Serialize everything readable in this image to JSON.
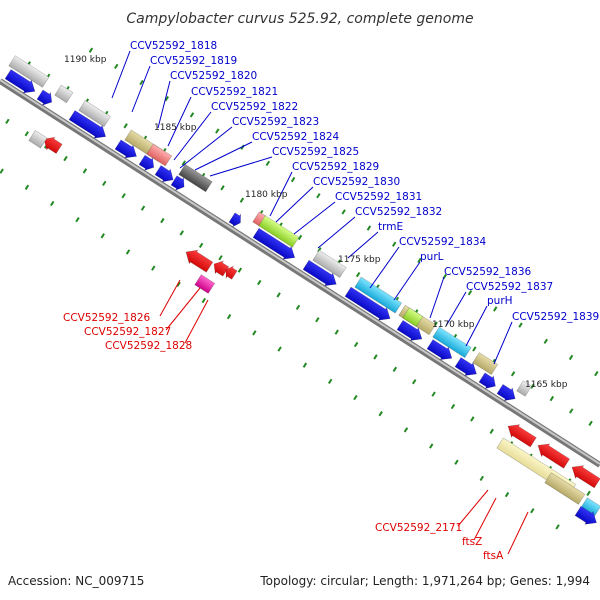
{
  "title": "Campylobacter curvus 525.92, complete genome",
  "accession": "Accession: NC_009715",
  "topology": "Topology: circular; Length: 1,971,264 bp; Genes: 1,994",
  "colors": {
    "label_blue": "#0000cc",
    "label_red": "#dd0000",
    "cds_blue": "#1010dd",
    "cds_red": "#ee1111",
    "backbone": "#888888",
    "tick": "#228822"
  },
  "kbp_labels": [
    "1190 kbp",
    "1185 kbp",
    "1180 kbp",
    "1175 kbp",
    "1170 kbp",
    "1165 kbp"
  ],
  "top_labels": [
    "CCV52592_1818",
    "CCV52592_1819",
    "CCV52592_1820",
    "CCV52592_1821",
    "CCV52592_1822",
    "CCV52592_1823",
    "CCV52592_1824",
    "CCV52592_1825",
    "CCV52592_1829",
    "CCV52592_1830",
    "CCV52592_1831",
    "CCV52592_1832",
    "trmE",
    "CCV52592_1834",
    "purL",
    "CCV52592_1836",
    "CCV52592_1837",
    "purH",
    "CCV52592_1839"
  ],
  "bottom_labels": [
    "CCV52592_1826",
    "CCV52592_1827",
    "CCV52592_1828",
    "CCV52592_2171",
    "ftsZ",
    "ftsA"
  ]
}
